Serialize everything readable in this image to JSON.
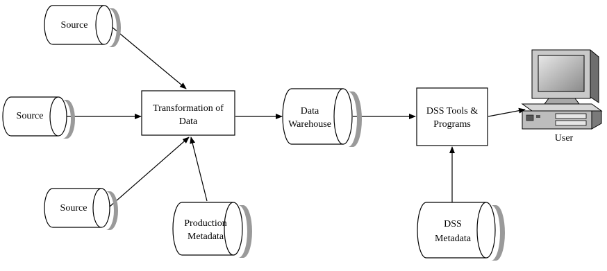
{
  "nodes": {
    "source_top": "Source",
    "source_mid": "Source",
    "source_bottom": "Source",
    "transformation": [
      "Transformation of",
      "Data"
    ],
    "production_metadata": [
      "Production",
      "Metadata"
    ],
    "data_warehouse": [
      "Data",
      "Warehouse"
    ],
    "dss_tools": [
      "DSS Tools &",
      "Programs"
    ],
    "dss_metadata": [
      "DSS",
      "Metadata"
    ],
    "user": "User"
  },
  "icons": {
    "user_computer": "desktop-computer-icon"
  }
}
